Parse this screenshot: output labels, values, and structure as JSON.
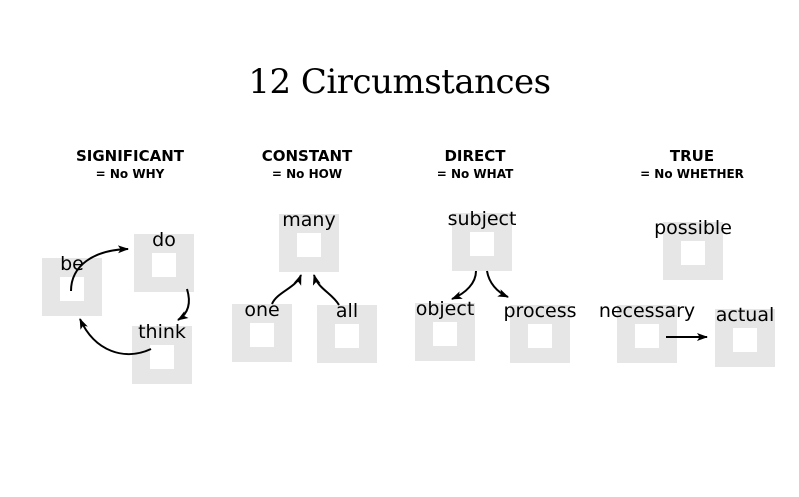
{
  "title": "12 Circumstances",
  "columns": [
    {
      "heading": "SIGNIFICANT",
      "subheading": "= No WHY",
      "nodes": [
        {
          "label": "be"
        },
        {
          "label": "do"
        },
        {
          "label": "think"
        }
      ]
    },
    {
      "heading": "CONSTANT",
      "subheading": "= No HOW",
      "nodes": [
        {
          "label": "many"
        },
        {
          "label": "one"
        },
        {
          "label": "all"
        }
      ]
    },
    {
      "heading": "DIRECT",
      "subheading": "= No WHAT",
      "nodes": [
        {
          "label": "subject"
        },
        {
          "label": "object"
        },
        {
          "label": "process"
        }
      ]
    },
    {
      "heading": "TRUE",
      "subheading": "= No WHETHER",
      "nodes": [
        {
          "label": "possible"
        },
        {
          "label": "necessary"
        },
        {
          "label": "actual"
        }
      ]
    }
  ],
  "relations": [
    {
      "from": "be",
      "to": "do",
      "style": "curved"
    },
    {
      "from": "do",
      "to": "think",
      "style": "curved"
    },
    {
      "from": "think",
      "to": "be",
      "style": "curved"
    },
    {
      "from": "one",
      "to": "many",
      "style": "curved"
    },
    {
      "from": "all",
      "to": "many",
      "style": "curved"
    },
    {
      "from": "subject",
      "to": "object",
      "style": "curved"
    },
    {
      "from": "subject",
      "to": "process",
      "style": "curved"
    },
    {
      "from": "necessary",
      "to": "actual",
      "style": "straight"
    }
  ],
  "colors": {
    "box_fill": "#e6e6e6",
    "hole_fill": "#ffffff",
    "arrow": "#000000",
    "text": "#000000",
    "background": "#ffffff"
  }
}
